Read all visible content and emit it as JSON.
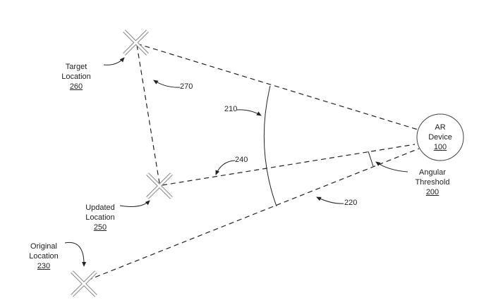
{
  "ar_device": {
    "line1": "AR",
    "line2": "Device",
    "ref": "100"
  },
  "target": {
    "line1": "Target",
    "line2": "Location",
    "ref": "260"
  },
  "updated": {
    "line1": "Updated",
    "line2": "Location",
    "ref": "250"
  },
  "original": {
    "line1": "Original",
    "line2": "Location",
    "ref": "230"
  },
  "threshold": {
    "line1": "Angular",
    "line2": "Threshold",
    "ref": "200"
  },
  "refs": {
    "r210": "210",
    "r220": "220",
    "r240": "240",
    "r270": "270"
  }
}
